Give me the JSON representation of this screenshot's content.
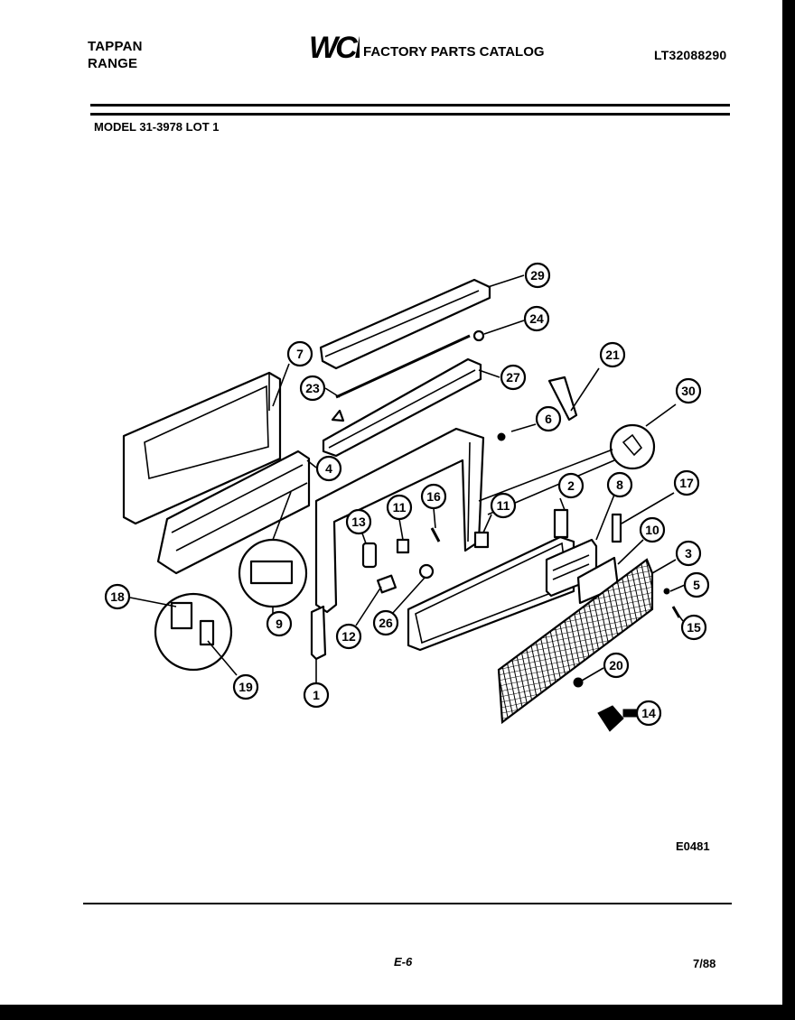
{
  "header": {
    "brand_line1": "TAPPAN",
    "brand_line2": "RANGE",
    "logo_text": "WCI",
    "catalog_title": "FACTORY PARTS CATALOG",
    "catalog_number": "LT32088290",
    "model": "MODEL 31-3978 LOT 1"
  },
  "footer": {
    "diagram_code": "E0481",
    "page_ref": "E-6",
    "date": "7/88"
  },
  "callouts": [
    "1",
    "2",
    "3",
    "4",
    "5",
    "6",
    "7",
    "8",
    "9",
    "10",
    "11",
    "11",
    "12",
    "13",
    "14",
    "15",
    "16",
    "17",
    "18",
    "19",
    "20",
    "21",
    "23",
    "24",
    "26",
    "27",
    "29",
    "30"
  ]
}
